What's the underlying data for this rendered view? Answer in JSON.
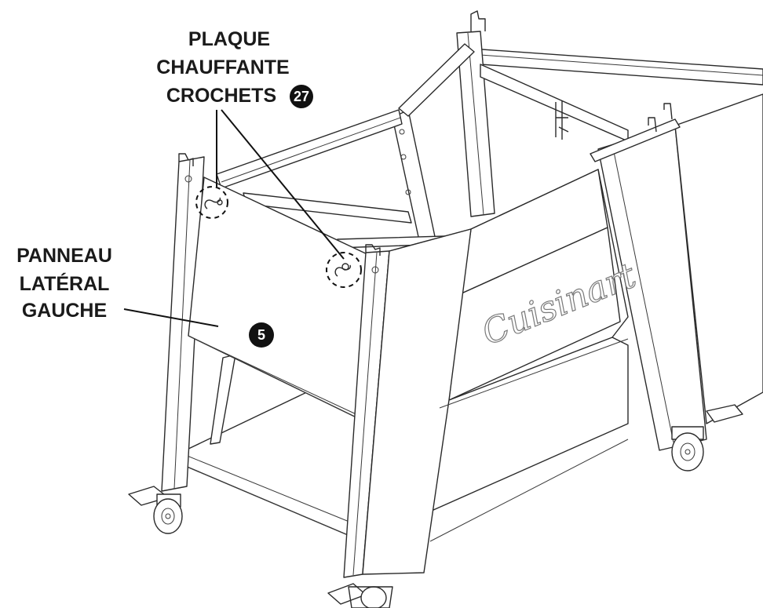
{
  "callouts": {
    "hooks_line1": "PLAQUE",
    "hooks_line2": "CHAUFFANTE",
    "hooks_line3": "CROCHETS",
    "hooks_part_number": "27",
    "panel_line1": "PANNEAU",
    "panel_line2": "LATÉRAL",
    "panel_line3": "GAUCHE",
    "panel_part_number": "5"
  },
  "brand": {
    "logo_text": "Cuisinart"
  }
}
